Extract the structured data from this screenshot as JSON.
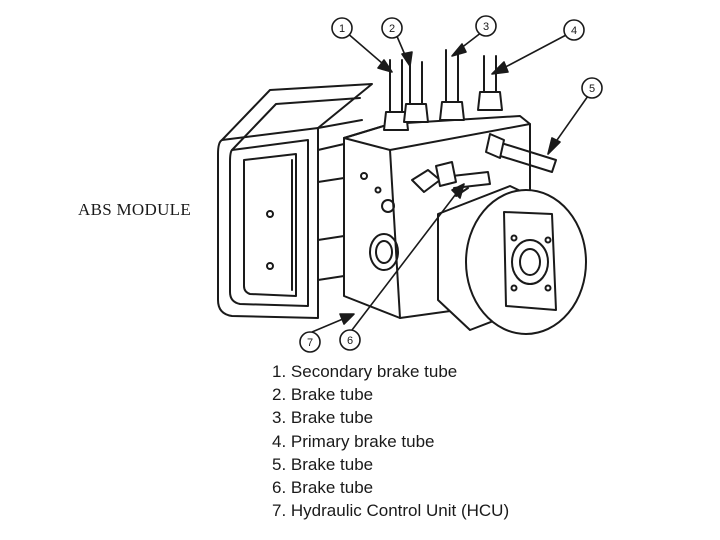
{
  "diagram": {
    "module_label": "ABS MODULE",
    "callouts": [
      "1",
      "2",
      "3",
      "4",
      "5",
      "6",
      "7"
    ],
    "legend": [
      "1. Secondary brake tube",
      "2. Brake tube",
      "3. Brake tube",
      "4. Primary brake tube",
      "5. Brake tube",
      "6. Brake tube",
      "7. Hydraulic Control Unit (HCU)"
    ]
  }
}
